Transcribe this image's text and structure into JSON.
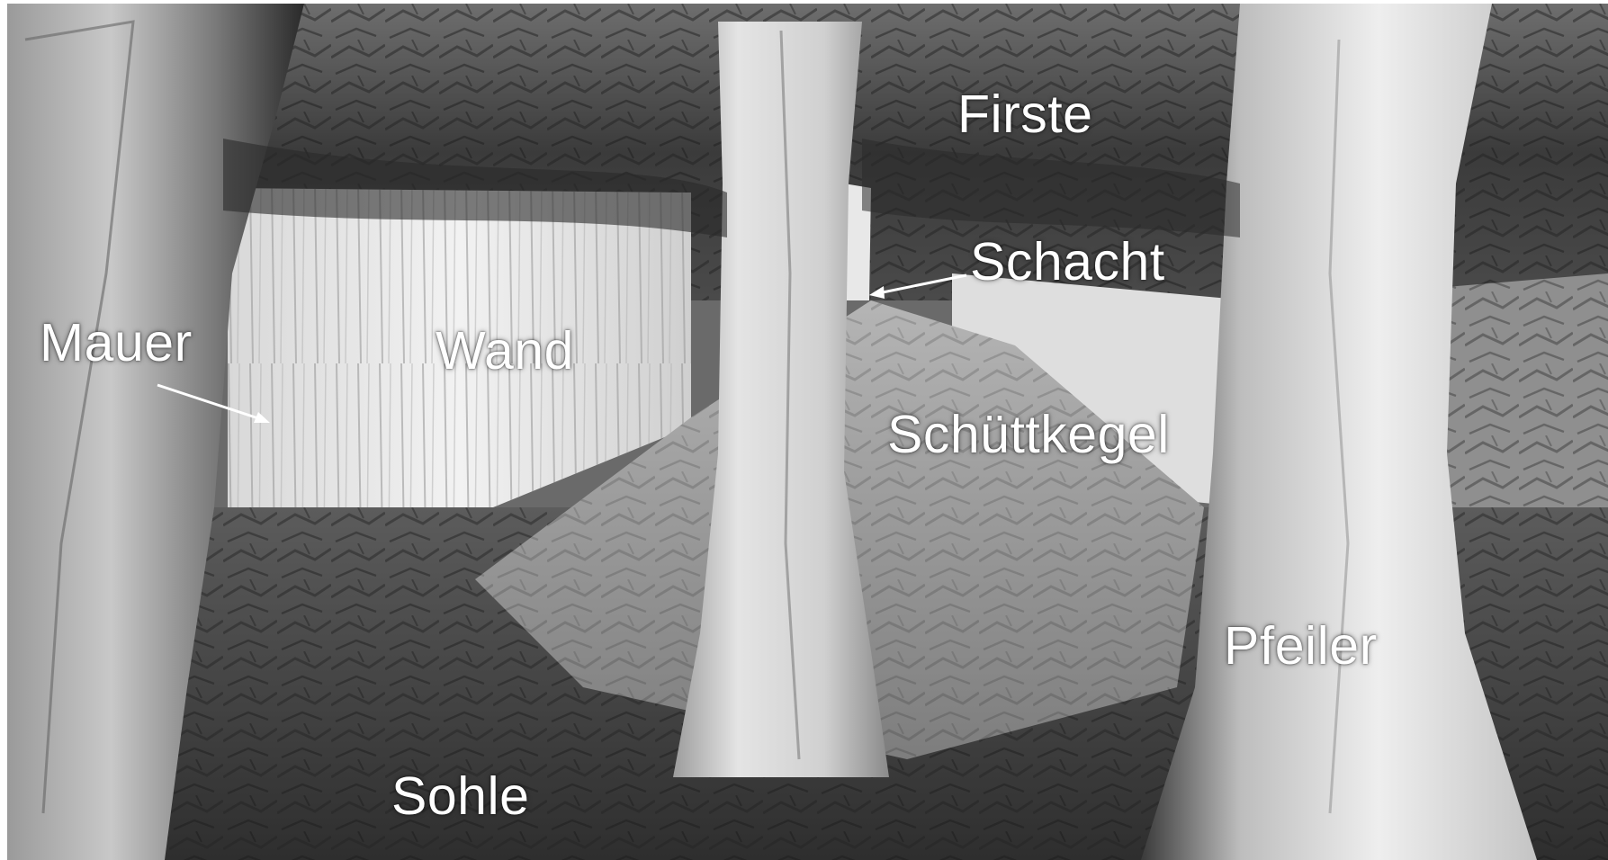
{
  "labels": {
    "firste": "Firste",
    "schacht": "Schacht",
    "mauer": "Mauer",
    "wand": "Wand",
    "schuettkegel": "Schüttkegel",
    "pfeiler": "Pfeiler",
    "sohle": "Sohle"
  }
}
